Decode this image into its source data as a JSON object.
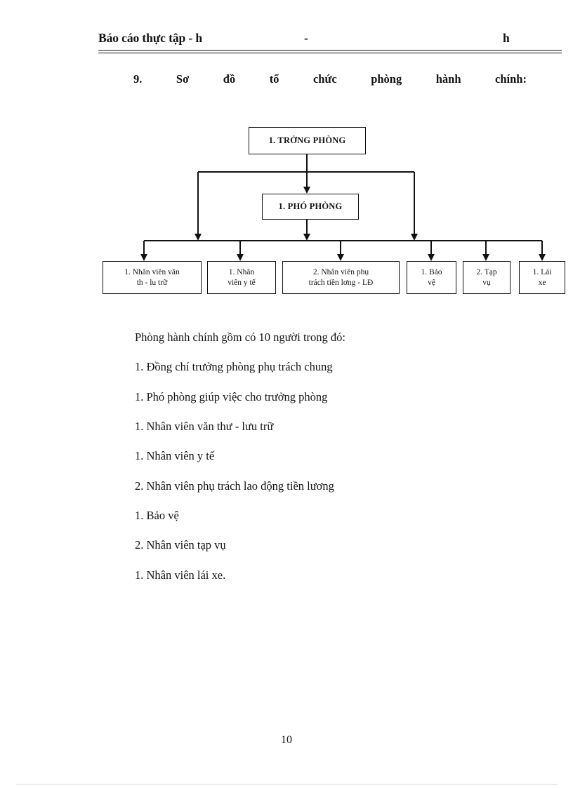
{
  "header": {
    "left_text": "Báo cáo thực tập - h",
    "middle_text": "-",
    "right_text": "h"
  },
  "section": {
    "number": "9.",
    "words": [
      "Sơ",
      "đồ",
      "tổ",
      "chức",
      "phòng",
      "hành",
      "chính:"
    ],
    "full_title": "9. Sơ đồ tổ chức phòng hành chính:"
  },
  "org_chart": {
    "top": {
      "label": "1. TRỞNG   PHÒNG"
    },
    "deputy": {
      "label": "1. PHÓ PHÒNG"
    },
    "leaves": [
      {
        "line1": "1. Nhân viên văn",
        "line2": "th  -  lu   trữ"
      },
      {
        "line1": "1. Nhân",
        "line2": "viên y tế"
      },
      {
        "line1": "2. Nhân viên phụ",
        "line2": "trách tiền lơng   - LĐ"
      },
      {
        "line1": "1. Bảo",
        "line2": "vệ"
      },
      {
        "line1": "2. Tạp",
        "line2": "vụ"
      },
      {
        "line1": "1. Lái",
        "line2": "xe"
      }
    ]
  },
  "body": {
    "intro": "Phòng hành chính gồm có 10 người trong đó:",
    "items": [
      "1. Đồng chí trưởng phòng phụ trách chung",
      "1. Phó phòng giúp việc cho trưởng phòng",
      "1. Nhân viên văn thư - lưu trữ",
      "1. Nhân viên y tế",
      "2. Nhân viên phụ trách lao động tiền lương",
      "1. Bảo vệ",
      "2. Nhân viên tạp vụ",
      "1. Nhân viên lái xe."
    ]
  },
  "footer": {
    "page_number": "10"
  },
  "colors": {
    "text": "#141414",
    "line": "#111111",
    "footer_rule": "#d8d8d8"
  }
}
